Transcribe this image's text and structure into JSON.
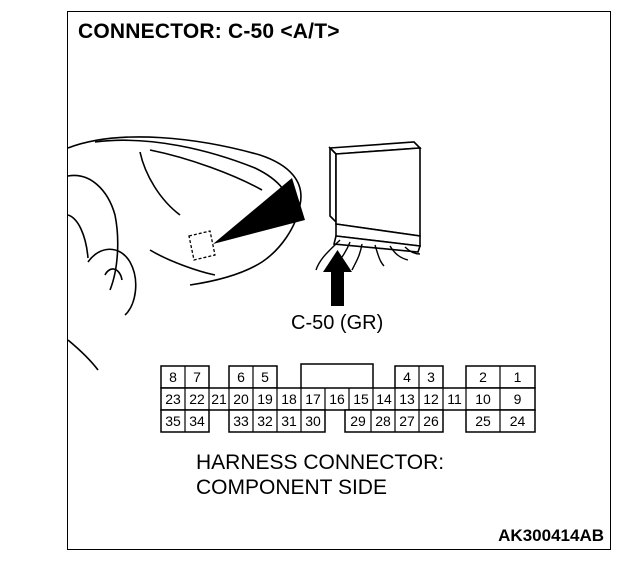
{
  "title": "CONNECTOR: C-50 <A/T>",
  "connector_label": "C-50 (GR)",
  "caption_line1": "HARNESS CONNECTOR:",
  "caption_line2": "COMPONENT SIDE",
  "figure_code": "AK300414AB",
  "pins": {
    "row1": [
      "8",
      "7",
      "6",
      "5",
      "4",
      "3",
      "2",
      "1"
    ],
    "row2": [
      "23",
      "22",
      "21",
      "20",
      "19",
      "18",
      "17",
      "16",
      "15",
      "14",
      "13",
      "12",
      "11",
      "10",
      "9"
    ],
    "row3": [
      "35",
      "34",
      "33",
      "32",
      "31",
      "30",
      "29",
      "28",
      "27",
      "26",
      "25",
      "24"
    ]
  }
}
